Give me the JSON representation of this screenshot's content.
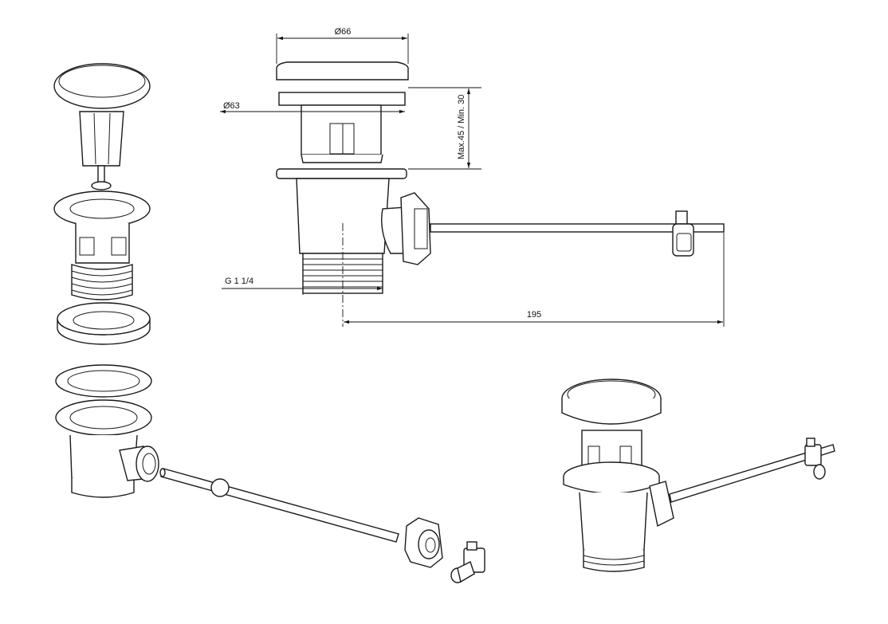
{
  "dimensions": {
    "top_diameter": "Ø66",
    "flange_diameter": "Ø63",
    "thickness_range": "Max.45 / Min. 30",
    "thread": "G 1 1/4",
    "rod_length": "195"
  }
}
